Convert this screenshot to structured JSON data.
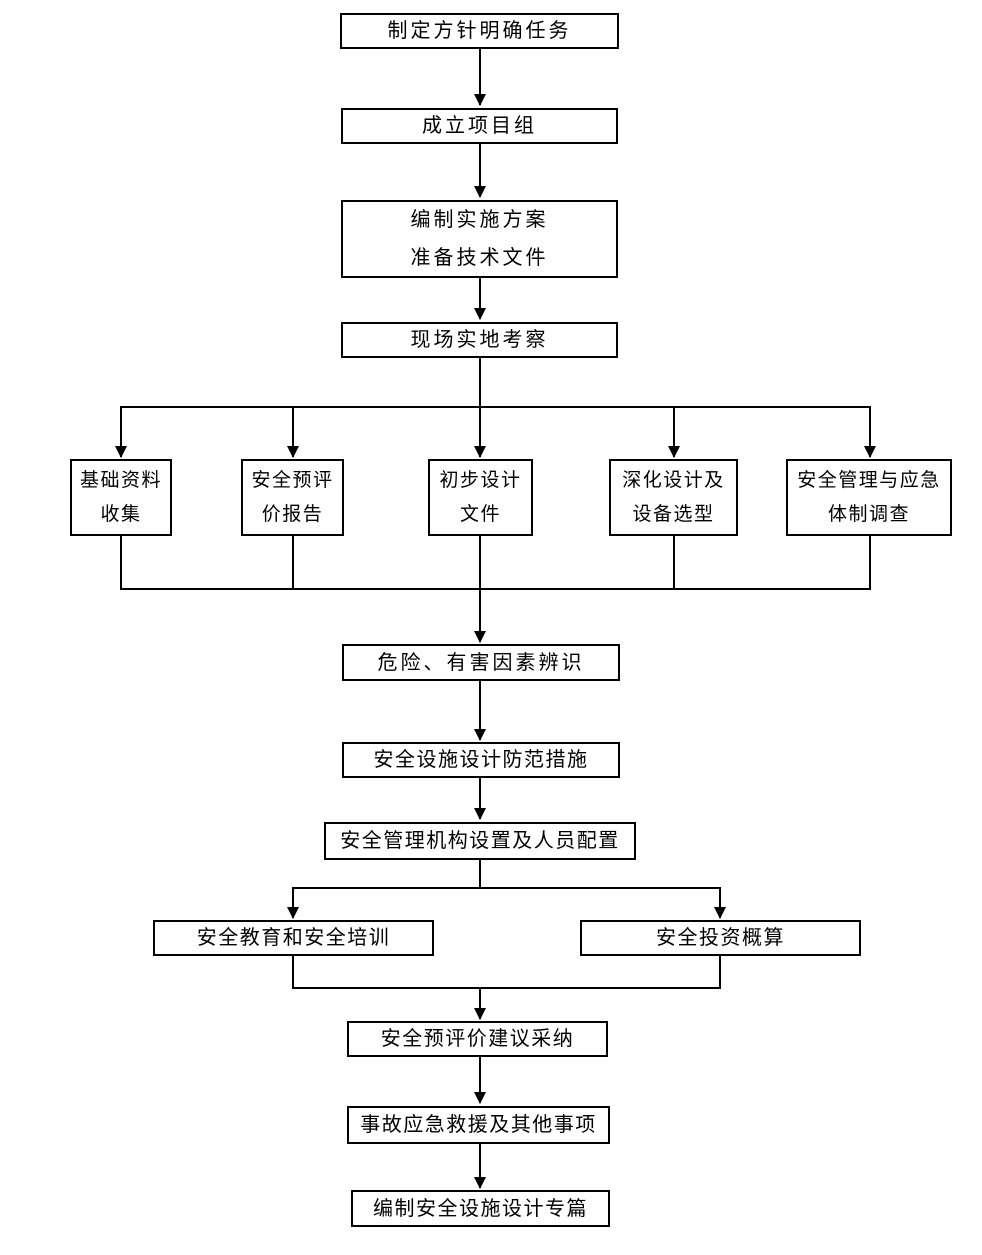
{
  "diagram": {
    "type": "flowchart",
    "language": "zh",
    "colors": {
      "background": "#ffffff",
      "line": "#000000",
      "box_border": "#000000",
      "text": "#000000"
    },
    "nodes": {
      "define_policy": {
        "lines": [
          "制定方针明确任务"
        ]
      },
      "form_project_team": {
        "lines": [
          "成立项目组"
        ]
      },
      "prepare_plan": {
        "lines": [
          "编制实施方案",
          "准备技术文件"
        ]
      },
      "site_survey": {
        "lines": [
          "现场实地考察"
        ]
      },
      "basic_data_collection": {
        "lines": [
          "基础资料",
          "收集"
        ]
      },
      "pre_evaluation_report": {
        "lines": [
          "安全预评",
          "价报告"
        ]
      },
      "preliminary_design_doc": {
        "lines": [
          "初步设计",
          "文件"
        ]
      },
      "detailed_design": {
        "lines": [
          "深化设计及",
          "设备选型"
        ]
      },
      "safety_mgmt_survey": {
        "lines": [
          "安全管理与应急",
          "体制调查"
        ]
      },
      "hazard_identification": {
        "lines": [
          "危险、有害因素辨识"
        ]
      },
      "protective_measures": {
        "lines": [
          "安全设施设计防范措施"
        ]
      },
      "org_and_staffing": {
        "lines": [
          "安全管理机构设置及人员配置"
        ]
      },
      "education_training": {
        "lines": [
          "安全教育和安全培训"
        ]
      },
      "investment_estimate": {
        "lines": [
          "安全投资概算"
        ]
      },
      "suggestion_adoption": {
        "lines": [
          "安全预评价建议采纳"
        ]
      },
      "emergency_rescue": {
        "lines": [
          "事故应急救援及其他事项"
        ]
      },
      "compile_special_design": {
        "lines": [
          "编制安全设施设计专篇"
        ]
      }
    },
    "flow_order_note": "top-down flowchart; row of 5 parallel boxes after site_survey; row of 2 parallel boxes after org_and_staffing"
  }
}
